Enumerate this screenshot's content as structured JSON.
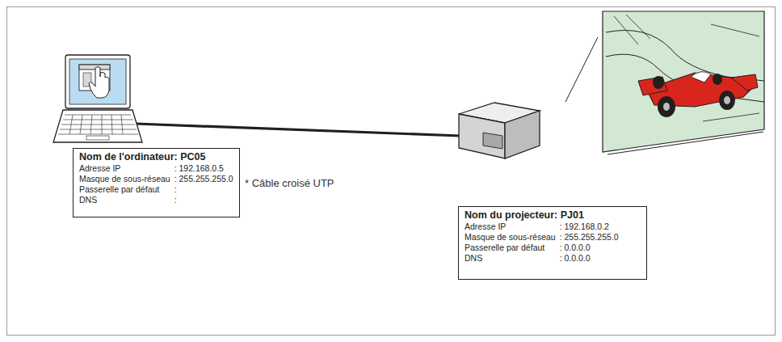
{
  "diagram": {
    "nodes": [
      {
        "text": [
          "Nom de l'ordinateur: PC05",
          "Adresse IP",
          ": 192.168.0.5",
          "Masque de sous-réseau",
          ": 255.255.255.0",
          "Passerelle par défaut",
          ":",
          "DNS",
          ":"
        ]
      },
      {
        "text": [
          "Nom du projecteur: PJ01",
          "Adresse IP",
          ": 192.168.0.2",
          "Masque de sous-réseau",
          ": 255.255.255.0",
          "Passerelle par défaut",
          ": 0.0.0.0",
          "DNS",
          ": 0.0.0.0"
        ]
      }
    ],
    "labels": [
      "* Câble croisé UTP"
    ]
  }
}
